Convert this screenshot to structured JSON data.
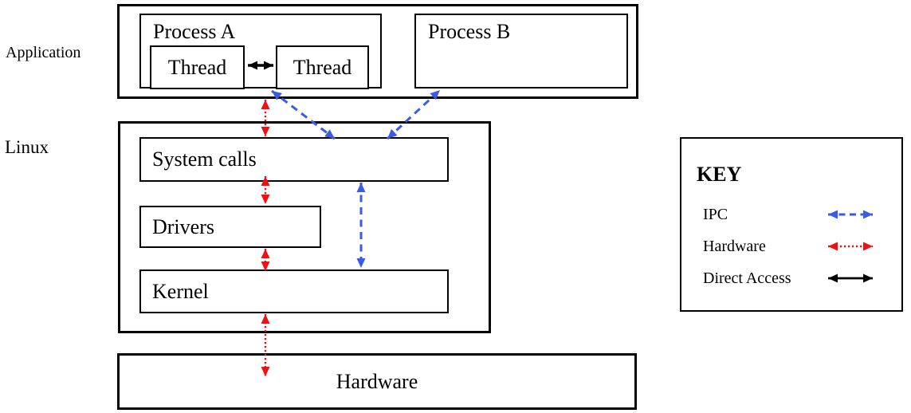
{
  "labels": {
    "application": "Application",
    "linux": "Linux"
  },
  "boxes": {
    "process_a": "Process A",
    "process_b": "Process B",
    "thread_1": "Thread",
    "thread_2": "Thread",
    "system_calls": "System calls",
    "drivers": "Drivers",
    "kernel": "Kernel",
    "hardware": "Hardware"
  },
  "arrows": [
    {
      "from": "thread_1",
      "to": "thread_2",
      "type": "direct_access"
    },
    {
      "from": "process_a",
      "to": "system_calls",
      "type": "hardware"
    },
    {
      "from": "system_calls",
      "to": "drivers",
      "type": "hardware"
    },
    {
      "from": "drivers",
      "to": "kernel",
      "type": "hardware"
    },
    {
      "from": "kernel",
      "to": "hardware",
      "type": "hardware"
    },
    {
      "from": "thread_2",
      "to": "system_calls",
      "type": "ipc"
    },
    {
      "from": "process_b",
      "to": "system_calls",
      "type": "ipc"
    },
    {
      "from": "system_calls",
      "to": "kernel",
      "type": "ipc"
    }
  ],
  "key": {
    "title": "KEY",
    "items": [
      {
        "label": "IPC",
        "style": "dashed",
        "color": "#3A5BE3"
      },
      {
        "label": "Hardware",
        "style": "dotted",
        "color": "#EE1111"
      },
      {
        "label": "Direct Access",
        "style": "solid",
        "color": "#000000"
      }
    ]
  },
  "colors": {
    "ipc": "#3A5BE3",
    "hardware_link": "#EE1111",
    "direct_access": "#000000",
    "border": "#000000",
    "background": "#FFFFFF"
  }
}
